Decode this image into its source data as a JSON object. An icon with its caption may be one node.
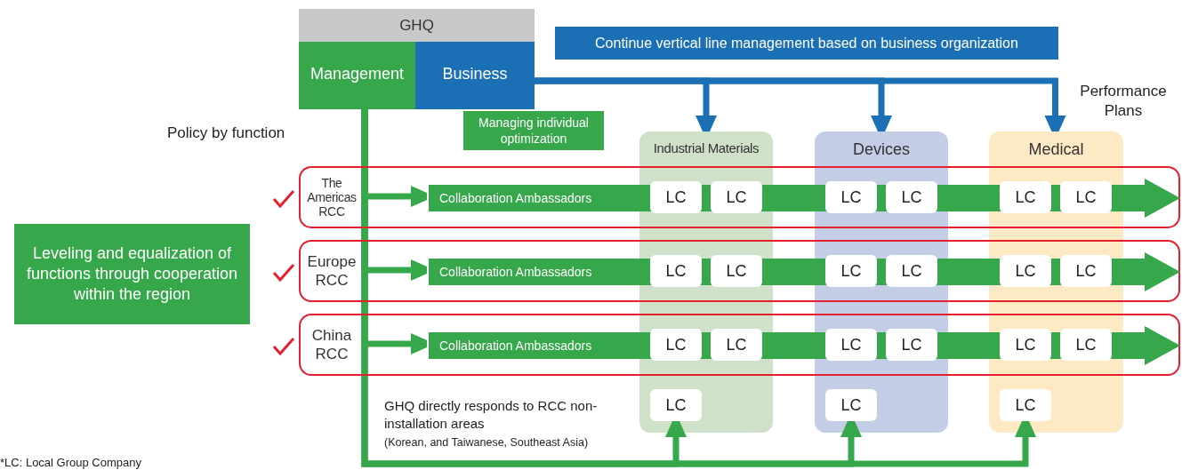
{
  "diagram": {
    "nodes": [
      {
        "text": [
          "GHQ"
        ]
      },
      {
        "text": [
          "Management"
        ],
        "in": 0
      },
      {
        "text": [
          "Business"
        ],
        "in": 0
      },
      {
        "text": [
          "Continue vertical line management based on business organization"
        ]
      },
      {
        "text": [
          "Managing individual optimization"
        ]
      },
      {
        "text": [
          "Industrial Materials"
        ]
      },
      {
        "text": [
          "Devices"
        ]
      },
      {
        "text": [
          "Medical"
        ]
      },
      {
        "text": [
          "Leveling and equalization of functions through cooperation within the region"
        ]
      },
      {
        "text": [
          "The Americas RCC"
        ]
      },
      {
        "text": [
          "Collaboration Ambassadors"
        ],
        "in": 9
      },
      {
        "text": [
          "LC"
        ]
      },
      {
        "text": [
          "LC"
        ]
      },
      {
        "text": [
          "LC"
        ]
      },
      {
        "text": [
          "LC"
        ]
      },
      {
        "text": [
          "LC"
        ]
      },
      {
        "text": [
          "LC"
        ]
      },
      {
        "text": [
          "Europe RCC"
        ]
      },
      {
        "text": [
          "Collaboration Ambassadors"
        ],
        "in": 17
      },
      {
        "text": [
          "LC"
        ]
      },
      {
        "text": [
          "LC"
        ]
      },
      {
        "text": [
          "LC"
        ]
      },
      {
        "text": [
          "LC"
        ]
      },
      {
        "text": [
          "LC"
        ]
      },
      {
        "text": [
          "LC"
        ]
      },
      {
        "text": [
          "China RCC"
        ]
      },
      {
        "text": [
          "Collaboration Ambassadors"
        ],
        "in": 25
      },
      {
        "text": [
          "LC"
        ]
      },
      {
        "text": [
          "LC"
        ]
      },
      {
        "text": [
          "LC"
        ]
      },
      {
        "text": [
          "LC"
        ]
      },
      {
        "text": [
          "LC"
        ]
      },
      {
        "text": [
          "LC"
        ]
      },
      {
        "text": [
          "LC"
        ],
        "in": 5
      },
      {
        "text": [
          "LC"
        ],
        "in": 6
      },
      {
        "text": [
          "LC"
        ],
        "in": 7
      }
    ],
    "edges": [
      {
        "from": 2,
        "to": 5,
        "arrow": "to",
        "color": "#1b6fb5"
      },
      {
        "from": 2,
        "to": 6,
        "arrow": "to",
        "color": "#1b6fb5"
      },
      {
        "from": 2,
        "to": 7,
        "arrow": "to",
        "color": "#1b6fb5"
      },
      {
        "from": 1,
        "to": 10,
        "arrow": "to"
      },
      {
        "from": 1,
        "to": 18,
        "arrow": "to"
      },
      {
        "from": 1,
        "to": 26,
        "arrow": "to"
      },
      {
        "from": 1,
        "to": 33,
        "arrow": "to"
      },
      {
        "from": 1,
        "to": 34,
        "arrow": "to"
      },
      {
        "from": 1,
        "to": 35,
        "arrow": "to"
      }
    ],
    "labels": [
      "Policy by function",
      "Performance Plans",
      "GHQ directly responds to RCC non-installation areas",
      "(Korean, and Taiwanese, Southeast Asia)",
      "*LC: Local Group Company"
    ]
  }
}
